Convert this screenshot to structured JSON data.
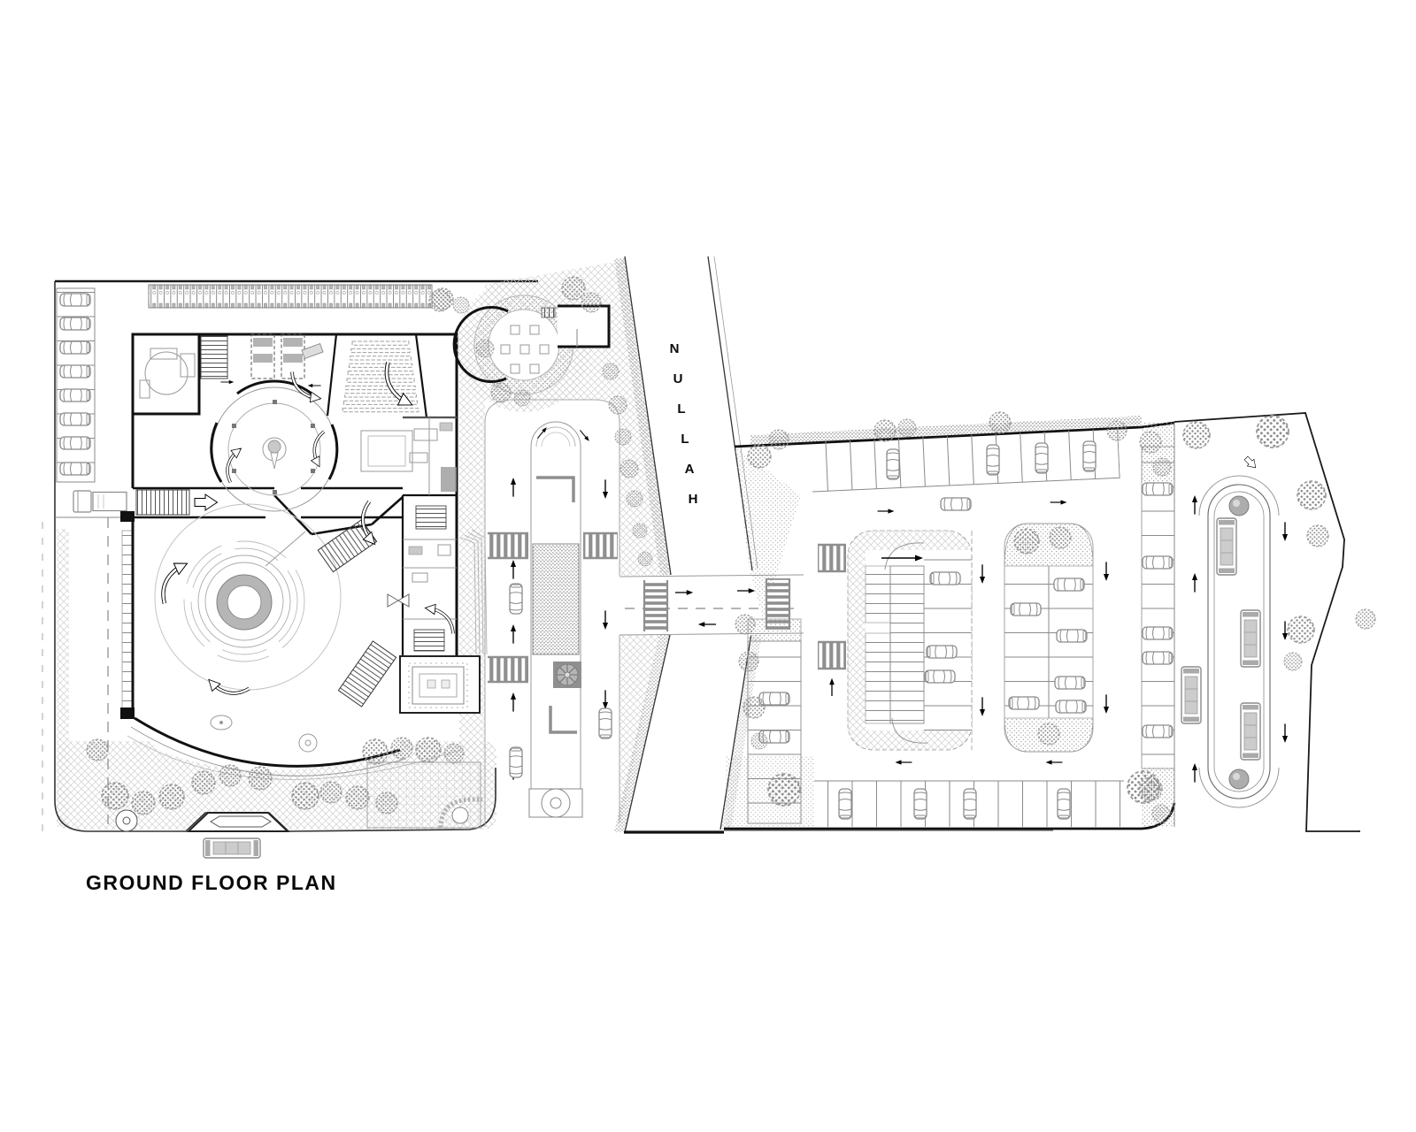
{
  "drawing": {
    "title": "GROUND FLOOR PLAN",
    "nullah_label": "NULLAH",
    "nullah_letters": [
      "N",
      "U",
      "L",
      "L",
      "A",
      "H"
    ]
  },
  "palette": {
    "background": "#ffffff",
    "wall_line": "#111111",
    "boundary_line": "#222222",
    "medium_line": "#8a8a8a",
    "light_line": "#b5b5b5",
    "hatch_line": "#cfcfcf",
    "vegetation_dot": "#8f8f8f",
    "furniture_fill": "#cccccc",
    "dark_fill": "#8f8f8f"
  },
  "icons": [
    "car-icon",
    "bus-icon",
    "truck-icon",
    "tree-icon",
    "crosswalk",
    "flow-arrow-icon",
    "compass-icon",
    "fountain-icon",
    "stairs-icon",
    "bollard-ball-icon",
    "motorcycle-parking-strip"
  ]
}
